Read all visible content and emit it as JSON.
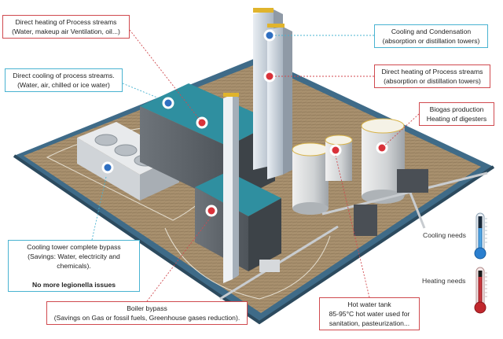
{
  "colors": {
    "heating": "#d9323a",
    "cooling": "#2f6fc1",
    "heating_border": "#d04a4f",
    "cooling_border": "#49b3d1",
    "roof": "#2f8fa0",
    "ground": "#a98f6d",
    "water": "#3f6b88"
  },
  "callouts": {
    "process_heating": {
      "type": "heating",
      "lines": [
        "Direct heating of Process streams",
        "(Water, makeup air Ventilation, oil...)"
      ]
    },
    "process_cooling": {
      "type": "cooling",
      "lines": [
        "Direct cooling of process streams.",
        "(Water, air, chilled or ice water)"
      ]
    },
    "cooling_condensation": {
      "type": "cooling",
      "lines": [
        "Cooling and Condensation",
        "(absorption or distillation towers)"
      ]
    },
    "tower_heating": {
      "type": "heating",
      "lines": [
        "Direct heating of Process streams",
        "(absorption or distillation towers)"
      ]
    },
    "biogas": {
      "type": "heating",
      "lines": [
        "Biogas production",
        "Heating of digesters"
      ]
    },
    "cooling_tower_bypass": {
      "type": "cooling",
      "lines": [
        "Cooling tower complete bypass",
        "(Savings: Water, electricity and",
        "chemicals).",
        "",
        "No more legionella issues"
      ]
    },
    "boiler_bypass": {
      "type": "heating",
      "lines": [
        "Boiler bypass",
        "(Savings on Gas or fossil fuels, Greenhouse gases reduction)."
      ]
    },
    "hot_water_tank": {
      "type": "heating",
      "lines": [
        "Hot water tank",
        "85-95°C hot water used for",
        "sanitation, pasteurization..."
      ]
    }
  },
  "legend": {
    "cooling_label": "Cooling needs",
    "heating_label": "Heating needs"
  }
}
